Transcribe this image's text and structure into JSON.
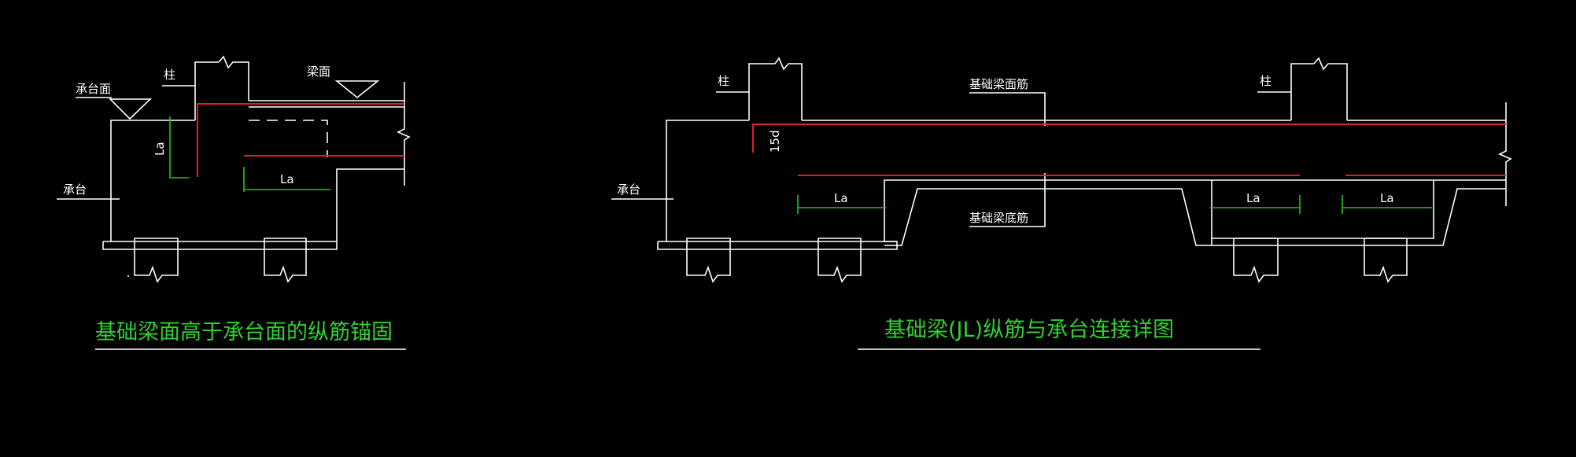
{
  "left_detail": {
    "title": "基础梁面高于承台面的纵筋锚固",
    "label_cap_surface": "承台面",
    "label_column": "柱",
    "label_beam_surface": "梁面",
    "label_cap": "承台",
    "label_la_vertical": "La",
    "label_la_horizontal": "La"
  },
  "right_detail": {
    "title": "基础梁(JL)纵筋与承台连接详图",
    "label_column_left": "柱",
    "label_column_right": "柱",
    "label_top_bars": "基础梁面筋",
    "label_bottom_bars": "基础梁底筋",
    "label_hook": "15d",
    "label_cap": "承台",
    "label_la_1": "La",
    "label_la_2": "La",
    "label_la_3": "La"
  },
  "colors": {
    "background": "#000000",
    "outline": "#ffffff",
    "rebar": "#e0202a",
    "dimension": "#22c422",
    "title": "#2fd12f"
  }
}
